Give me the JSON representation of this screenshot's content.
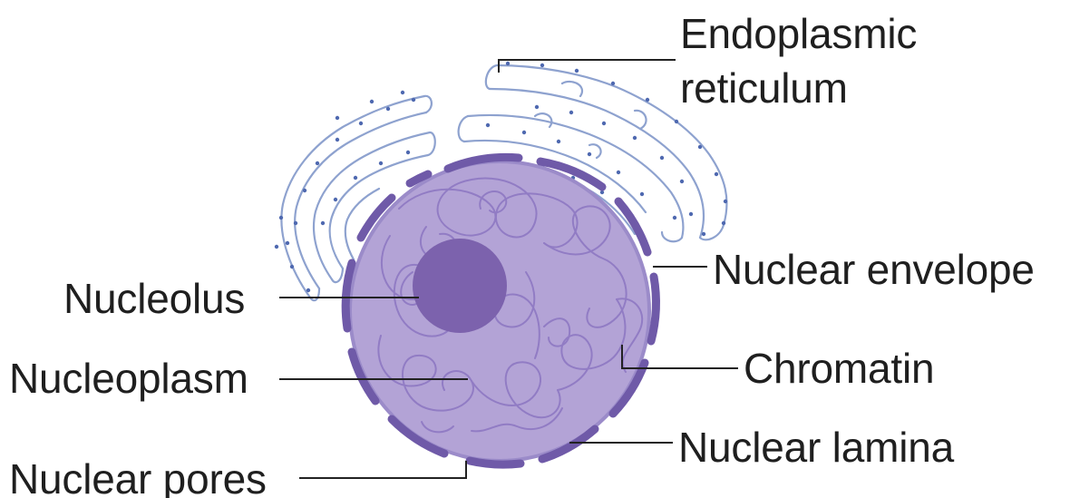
{
  "labels": {
    "endoplasmic_reticulum_line1": "Endoplasmic",
    "endoplasmic_reticulum_line2": "reticulum",
    "nuclear_envelope": "Nuclear envelope",
    "nucleolus": "Nucleolus",
    "chromatin": "Chromatin",
    "nucleoplasm": "Nucleoplasm",
    "nuclear_lamina": "Nuclear lamina",
    "nuclear_pores": "Nuclear pores"
  },
  "colors": {
    "nucleoplasm_fill": "#b3a3d6",
    "nucleoplasm_edge": "#9b8bc9",
    "envelope_segment": "#6f5aa8",
    "nucleolus_fill": "#7c62ad",
    "chromatin_strand": "#8c76c2",
    "er_stroke": "#8ea2cf",
    "ribosome_dot": "#4f69b0",
    "leader_line": "#222222",
    "text": "#1f1f1f"
  },
  "icons": {
    "nucleus": "cell-nucleus",
    "endoplasmic_reticulum": "er-membrane"
  }
}
